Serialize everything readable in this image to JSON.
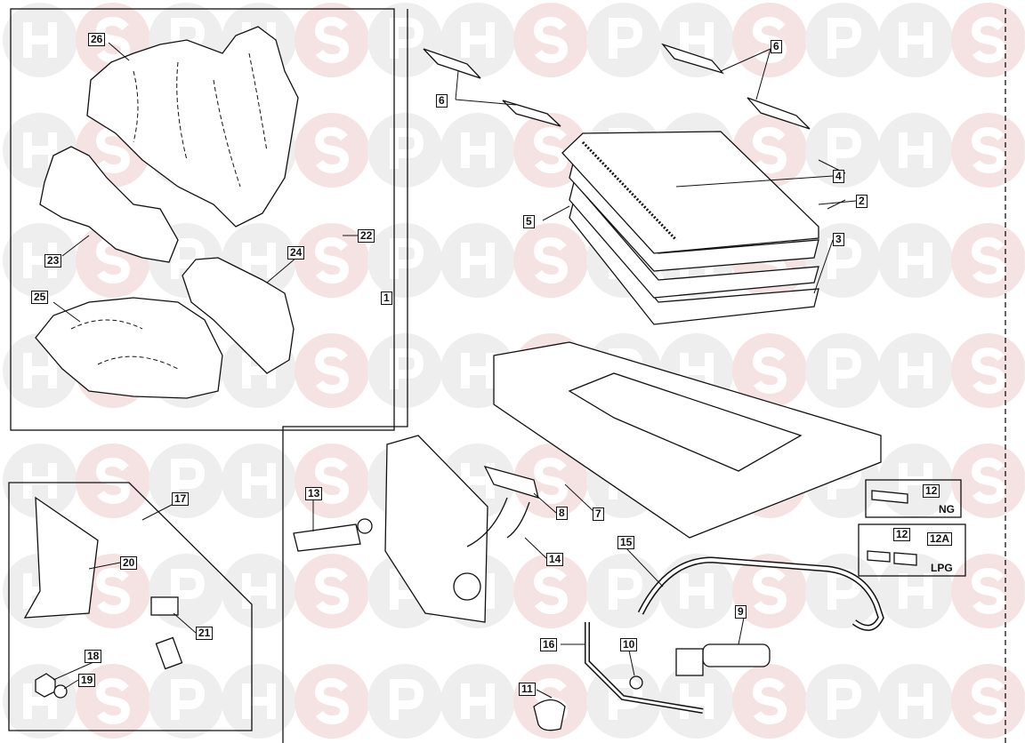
{
  "watermark": {
    "letters": [
      "H",
      "S",
      "P"
    ],
    "circle_color": "#eeeeee",
    "s_circle_color": "#f5e3e3"
  },
  "callouts": [
    {
      "id": "c26",
      "text": "26"
    },
    {
      "id": "c23",
      "text": "23"
    },
    {
      "id": "c24",
      "text": "24"
    },
    {
      "id": "c25",
      "text": "25"
    },
    {
      "id": "c22",
      "text": "22"
    },
    {
      "id": "c1",
      "text": "1"
    },
    {
      "id": "c6a",
      "text": "6"
    },
    {
      "id": "c6b",
      "text": "6"
    },
    {
      "id": "c4",
      "text": "4"
    },
    {
      "id": "c2",
      "text": "2"
    },
    {
      "id": "c5",
      "text": "5"
    },
    {
      "id": "c3",
      "text": "3"
    },
    {
      "id": "c13",
      "text": "13"
    },
    {
      "id": "c8",
      "text": "8"
    },
    {
      "id": "c7",
      "text": "7"
    },
    {
      "id": "c14",
      "text": "14"
    },
    {
      "id": "c15",
      "text": "15"
    },
    {
      "id": "c12ng",
      "text": "12"
    },
    {
      "id": "c12lpg",
      "text": "12"
    },
    {
      "id": "c12a",
      "text": "12A"
    },
    {
      "id": "c9",
      "text": "9"
    },
    {
      "id": "c10",
      "text": "10"
    },
    {
      "id": "c16",
      "text": "16"
    },
    {
      "id": "c11",
      "text": "11"
    },
    {
      "id": "c17",
      "text": "17"
    },
    {
      "id": "c20",
      "text": "20"
    },
    {
      "id": "c21",
      "text": "21"
    },
    {
      "id": "c18",
      "text": "18"
    },
    {
      "id": "c19",
      "text": "19"
    }
  ],
  "variant_labels": {
    "ng": "NG",
    "lpg": "LPG"
  }
}
